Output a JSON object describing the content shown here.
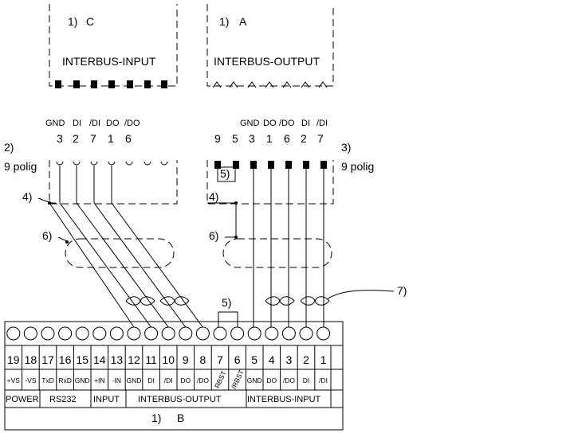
{
  "conn_c": {
    "ref": "1)",
    "letter": "C",
    "name": "INTERBUS-INPUT"
  },
  "conn_a": {
    "ref": "1)",
    "letter": "A",
    "name": "INTERBUS-OUTPUT"
  },
  "left_plug": {
    "signals": [
      "GND",
      "DI",
      "/DI",
      "DO",
      "/DO"
    ],
    "pins": [
      "3",
      "2",
      "7",
      "1",
      "6"
    ],
    "note_ref": "2)",
    "note": "9 polig"
  },
  "right_plug": {
    "signals": [
      "GND",
      "DO",
      "/DO",
      "DI",
      "/DI"
    ],
    "pins": [
      "9",
      "5",
      "3",
      "1",
      "6",
      "2",
      "7"
    ],
    "note_ref": "3)",
    "note": "9 polig"
  },
  "callouts": {
    "n4_left": "4)",
    "n4_right": "4)",
    "n6_left": "6)",
    "n6_right": "6)",
    "n5_plug": "5)",
    "n5_terminal": "5)",
    "n7": "7)"
  },
  "terminal": {
    "numbers": [
      "19",
      "18",
      "17",
      "16",
      "15",
      "14",
      "13",
      "12",
      "11",
      "10",
      "9",
      "8",
      "7",
      "6",
      "5",
      "4",
      "3",
      "2",
      "1"
    ],
    "signals": [
      "+VS",
      "-VS",
      "TxD",
      "RxD",
      "GND",
      "+IN",
      "-IN",
      "GND",
      "DI",
      "/DI",
      "DO",
      "/DO",
      "RBST",
      "/RBST",
      "GND",
      "DO",
      "/DO",
      "DI",
      "/DI"
    ],
    "groups": [
      "POWER",
      "RS232",
      "INPUT",
      "INTERBUS-OUTPUT",
      "INTERBUS-INPUT"
    ],
    "ref": "1)",
    "letter": "B"
  }
}
